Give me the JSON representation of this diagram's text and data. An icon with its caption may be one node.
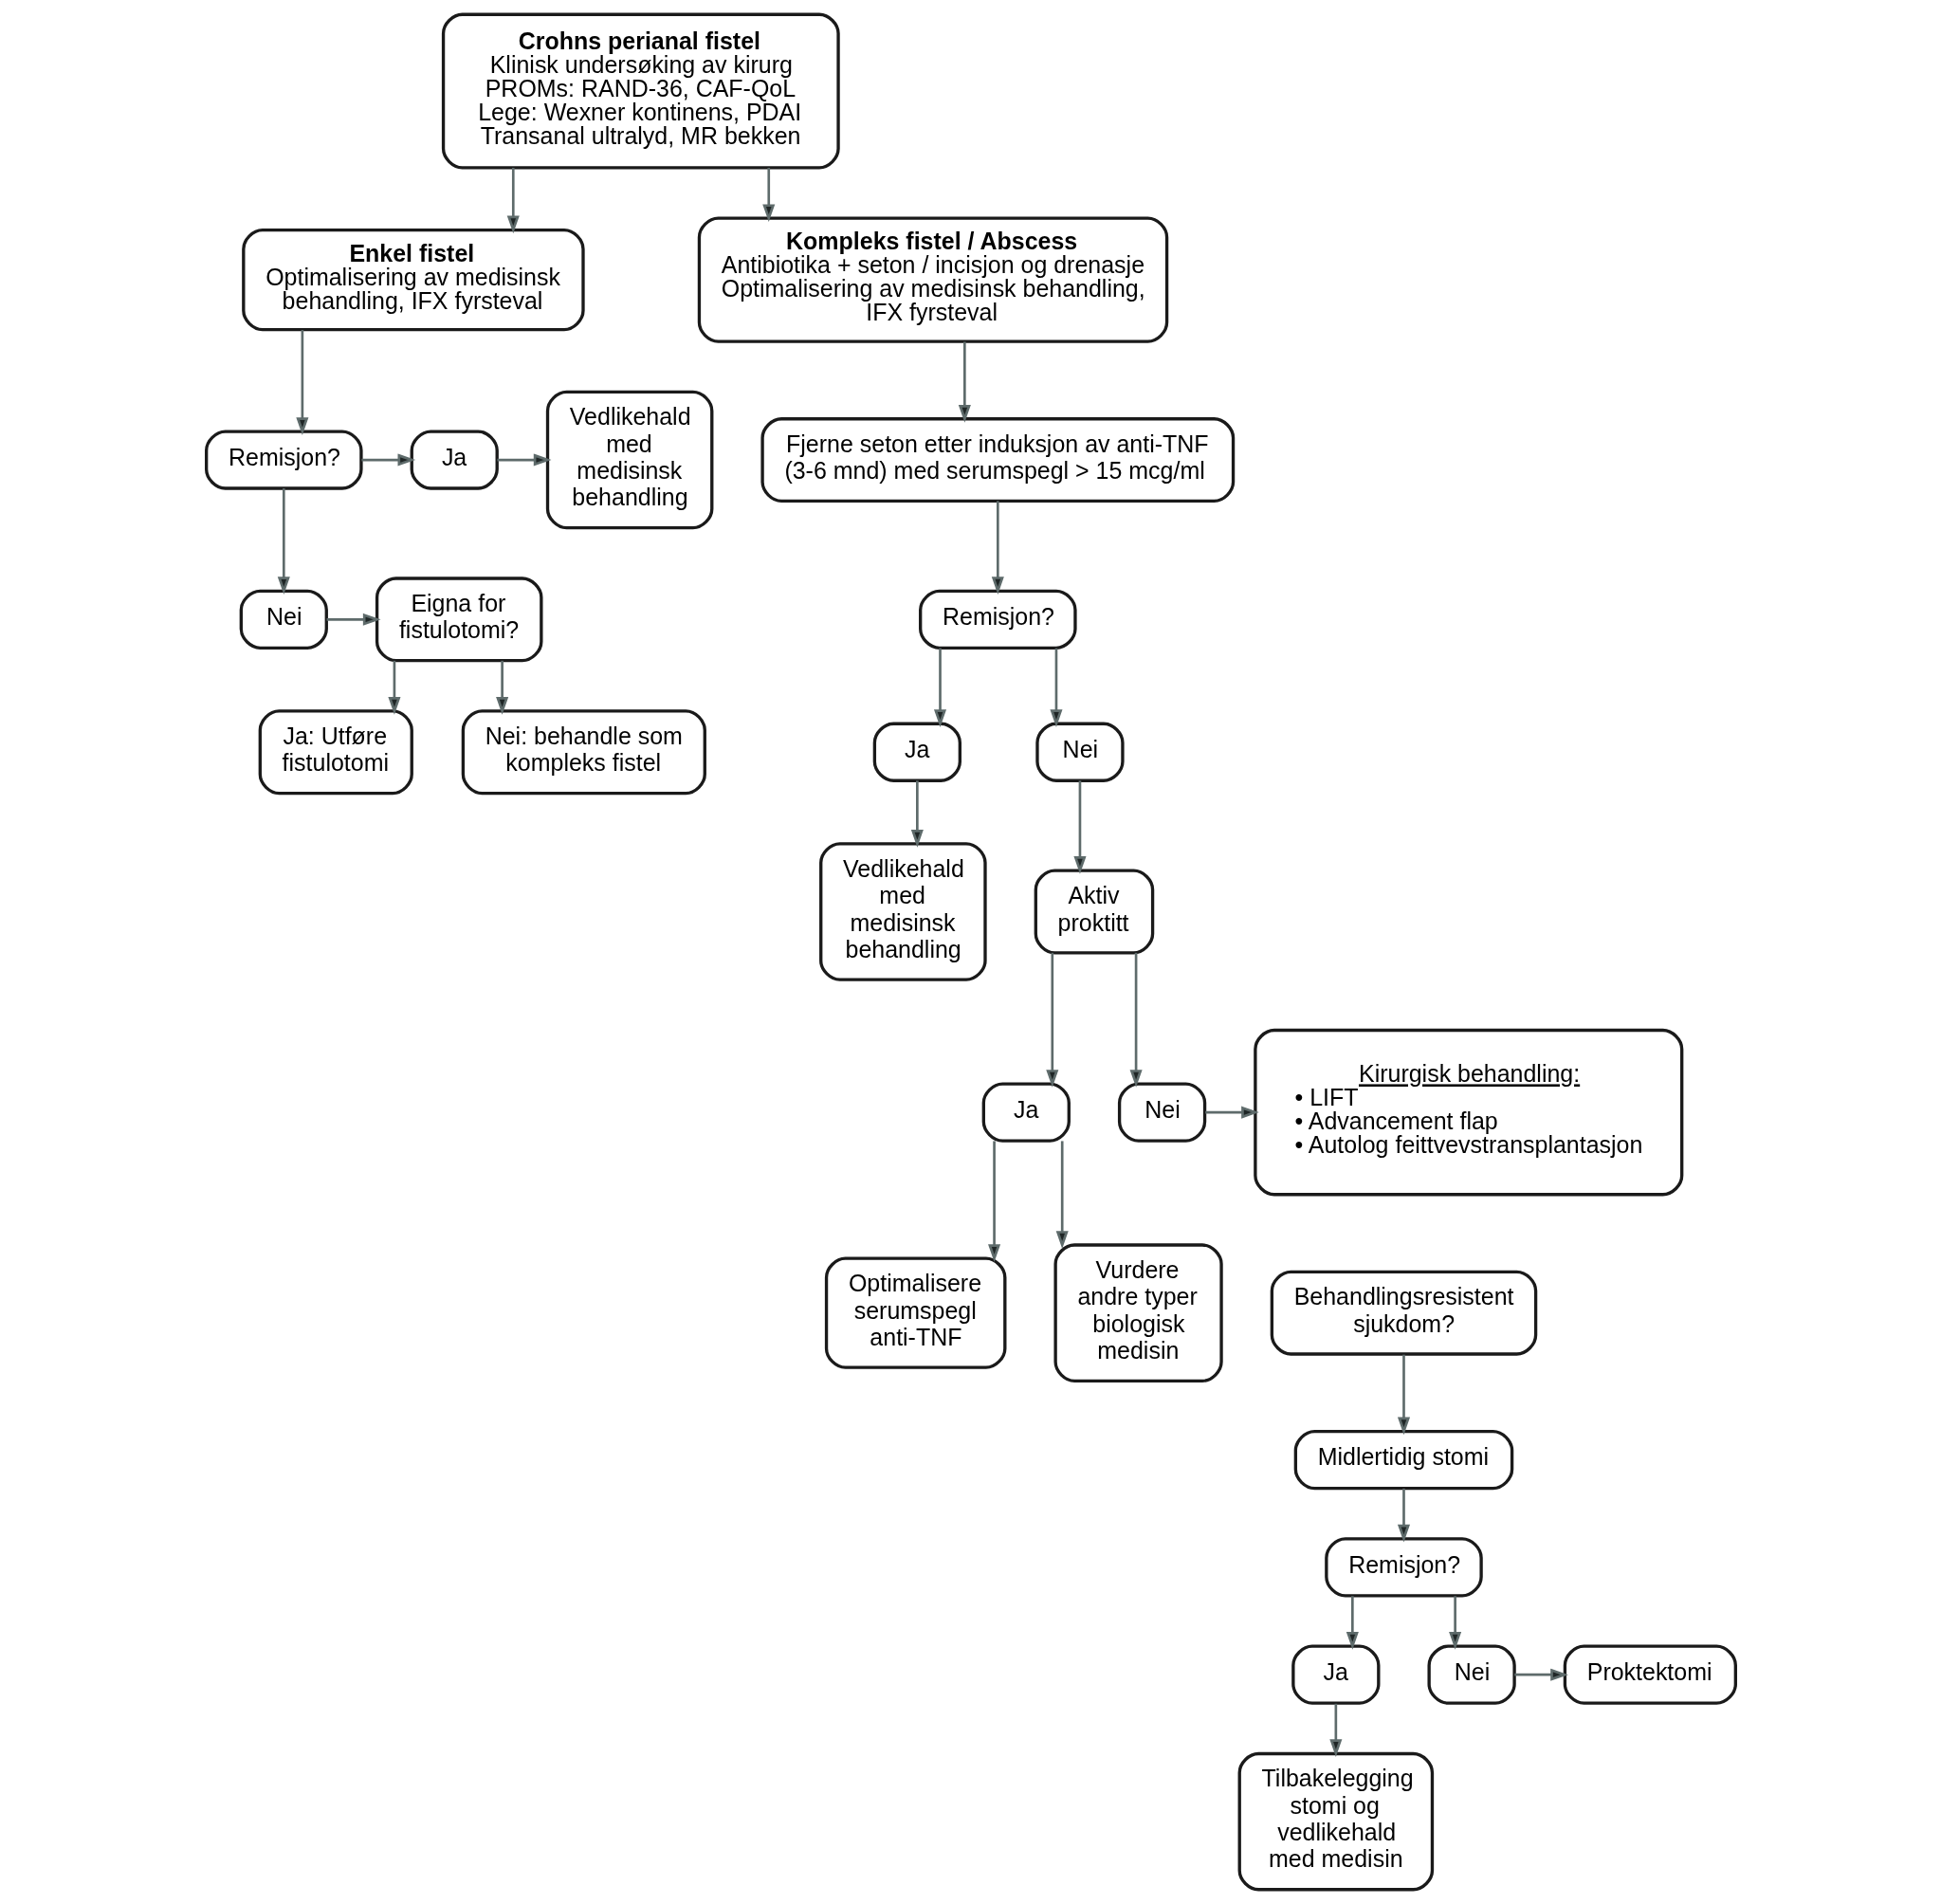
{
  "diagram": {
    "nodes": [
      {
        "text": [
          "Crohns perianal fistel",
          "Klinisk undersøking av kirurg",
          "PROMs: RAND-36, CAF-QoL",
          "Lege: Wexner kontinens, PDAI",
          "Transanal ultralyd, MR bekken"
        ]
      },
      {
        "text": [
          "Enkel fistel",
          "Optimalisering av medisinsk behandling, IFX fyrsteval"
        ]
      },
      {
        "text": [
          "Kompleks fistel / Abscess",
          "Antibiotika + seton / incisjon og drenasje",
          "Optimalisering av medisinsk behandling, IFX fyrsteval"
        ]
      },
      {
        "text": [
          "Vedlikehald med medisinsk behandling"
        ]
      },
      {
        "text": [
          "Ja"
        ]
      },
      {
        "text": [
          "Remisjon?"
        ]
      },
      {
        "text": [
          "Fjerne seton etter induksjon av anti-TNF (3-6 mnd) med serumspegl > 15 mcg/ml"
        ]
      },
      {
        "text": [
          "Eigna for fistulotomi?"
        ]
      },
      {
        "text": [
          "Nei"
        ]
      },
      {
        "text": [
          "Remisjon?"
        ]
      },
      {
        "text": [
          "Vedlikehald med medisinsk behandling"
        ]
      },
      {
        "text": [
          "Ja"
        ]
      },
      {
        "text": [
          "Nei"
        ]
      },
      {
        "text": [
          "Ja: Utføre fistulotomi"
        ]
      },
      {
        "text": [
          "Nei: behandle som kompleks fistel"
        ]
      },
      {
        "text": [
          "Aktiv proktitt"
        ]
      },
      {
        "text": [
          "Optimalisere serumspegl anti-TNF"
        ]
      },
      {
        "text": [
          "Ja"
        ]
      },
      {
        "text": [
          "Nei"
        ]
      },
      {
        "text": [
          "Kirurgisk behandling:",
          "• LIFT",
          "• Advancement flap",
          "• Autolog feittvevstransplantasjon"
        ]
      },
      {
        "text": [
          "Vurdere andre typer biologisk medisin"
        ]
      },
      {
        "text": [
          "Behandlingsresistent sjukdom?"
        ]
      },
      {
        "text": [
          "Midlertidig stomi"
        ]
      },
      {
        "text": [
          "Remisjon?"
        ]
      },
      {
        "text": [
          "Tilbakelegging stomi og vedlikehald med medisin"
        ]
      },
      {
        "text": [
          "Ja"
        ]
      },
      {
        "text": [
          "Nei"
        ]
      },
      {
        "text": [
          "Proktektomi"
        ]
      }
    ],
    "edges": [
      {
        "from": 0,
        "to": 1,
        "arrow": "to"
      },
      {
        "from": 0,
        "to": 2,
        "arrow": "to"
      },
      {
        "from": 1,
        "to": 5,
        "arrow": "to"
      },
      {
        "from": 5,
        "to": 4,
        "arrow": "to"
      },
      {
        "from": 4,
        "to": 3,
        "arrow": "to"
      },
      {
        "from": 5,
        "to": 8,
        "arrow": "to"
      },
      {
        "from": 8,
        "to": 7,
        "arrow": "to"
      },
      {
        "from": 7,
        "to": 13,
        "arrow": "to"
      },
      {
        "from": 7,
        "to": 14,
        "arrow": "to"
      },
      {
        "from": 2,
        "to": 6,
        "arrow": "to"
      },
      {
        "from": 6,
        "to": 9,
        "arrow": "to"
      },
      {
        "from": 9,
        "to": 11,
        "arrow": "to"
      },
      {
        "from": 9,
        "to": 12,
        "arrow": "to"
      },
      {
        "from": 11,
        "to": 10,
        "arrow": "to"
      },
      {
        "from": 12,
        "to": 15,
        "arrow": "to"
      },
      {
        "from": 15,
        "to": 17,
        "arrow": "to"
      },
      {
        "from": 15,
        "to": 18,
        "arrow": "to"
      },
      {
        "from": 17,
        "to": 16,
        "arrow": "to"
      },
      {
        "from": 17,
        "to": 20,
        "arrow": "to"
      },
      {
        "from": 18,
        "to": 19,
        "arrow": "to"
      },
      {
        "from": 21,
        "to": 22,
        "arrow": "to"
      },
      {
        "from": 22,
        "to": 23,
        "arrow": "to"
      },
      {
        "from": 23,
        "to": 25,
        "arrow": "to"
      },
      {
        "from": 23,
        "to": 26,
        "arrow": "to"
      },
      {
        "from": 25,
        "to": 24,
        "arrow": "to"
      },
      {
        "from": 26,
        "to": 27,
        "arrow": "to"
      }
    ]
  }
}
